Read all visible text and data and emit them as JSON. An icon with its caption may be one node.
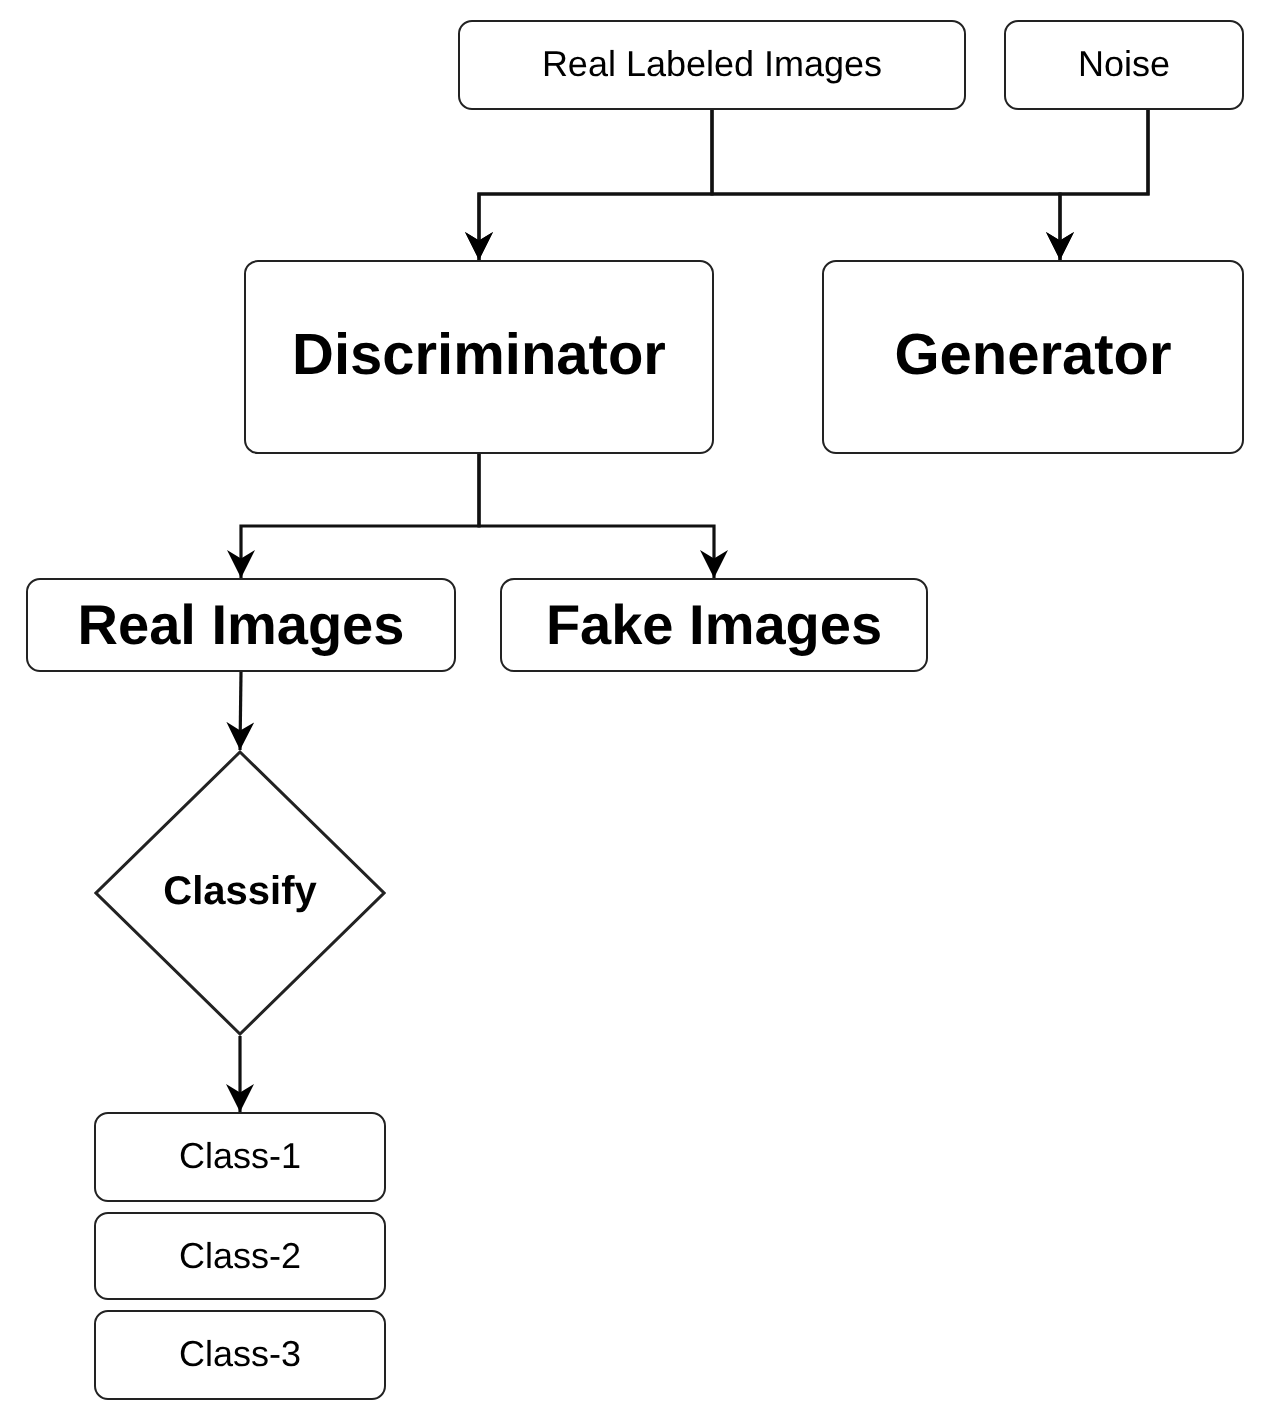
{
  "diagram": {
    "nodes": [
      {
        "text": [
          "Real Labeled Images"
        ]
      },
      {
        "text": [
          "Noise"
        ]
      },
      {
        "text": [
          "Discriminator"
        ]
      },
      {
        "text": [
          "Generator"
        ]
      },
      {
        "text": [
          "Real Images"
        ]
      },
      {
        "text": [
          "Fake Images"
        ]
      },
      {
        "text": [
          "Classify"
        ]
      },
      {
        "text": [
          "Class-1"
        ]
      },
      {
        "text": [
          "Class-2"
        ]
      },
      {
        "text": [
          "Class-3"
        ]
      }
    ],
    "edges": [
      {
        "from": 0,
        "to": 2,
        "arrow": "to"
      },
      {
        "from": 0,
        "to": 3,
        "arrow": "to"
      },
      {
        "from": 1,
        "to": 2,
        "arrow": "to"
      },
      {
        "from": 1,
        "to": 3,
        "arrow": "to"
      },
      {
        "from": 2,
        "to": 4,
        "arrow": "to"
      },
      {
        "from": 2,
        "to": 5,
        "arrow": "to"
      },
      {
        "from": 4,
        "to": 6,
        "arrow": "to"
      },
      {
        "from": 6,
        "to": 7,
        "arrow": "to"
      }
    ]
  }
}
